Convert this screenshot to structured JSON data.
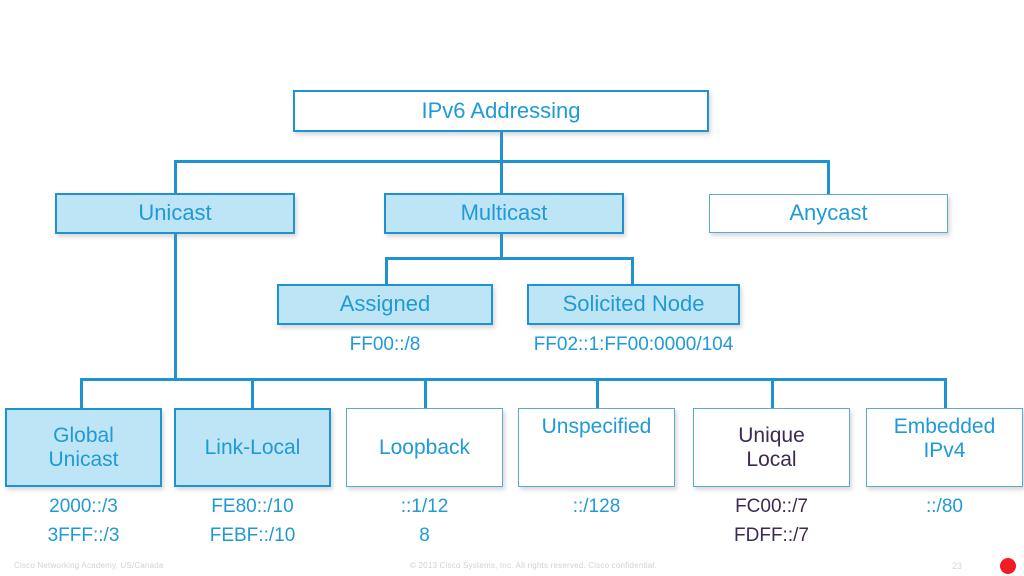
{
  "slide": {
    "title": "IPv6 Addressing",
    "page_number": "23",
    "colors": {
      "line": "#1f93d2",
      "fill": "#bee5f6",
      "text_blue": "#1f9ad6",
      "text_purple": "#3d2a52",
      "accent_dot": "#ee1c25"
    }
  },
  "diagram": {
    "type": "tree",
    "root": {
      "label": "IPv6 Addressing",
      "fill": "none"
    },
    "level2": [
      {
        "label": "Unicast",
        "fill": "blue"
      },
      {
        "label": "Multicast",
        "fill": "blue"
      },
      {
        "label": "Anycast",
        "fill": "none"
      }
    ],
    "multicast_children": [
      {
        "label": "Assigned",
        "fill": "blue",
        "prefix": "FF00::/8"
      },
      {
        "label": "Solicited Node",
        "fill": "blue",
        "prefix": "FF02::1:FF00:0000/104"
      }
    ],
    "unicast_children": [
      {
        "label": "Global\nUnicast",
        "fill": "blue",
        "text": "blue",
        "prefix": "2000::/3\n3FFF::/3"
      },
      {
        "label": "Link-Local",
        "fill": "blue",
        "text": "blue",
        "prefix": "FE80::/10\nFEBF::/10"
      },
      {
        "label": "Loopback",
        "fill": "none",
        "text": "blue",
        "prefix": "::1/12\n8"
      },
      {
        "label": "Unspecified",
        "fill": "none",
        "text": "blue",
        "prefix": "::/128"
      },
      {
        "label": "Unique\nLocal",
        "fill": "none",
        "text": "purple",
        "prefix": "FC00::/7\nFDFF::/7"
      },
      {
        "label": "Embedded\nIPv4",
        "fill": "none",
        "text": "blue",
        "prefix": "::/80"
      }
    ]
  },
  "footer": {
    "left": "Cisco Networking Academy, US/Canada",
    "center": "© 2013 Cisco Systems, Inc. All rights reserved. Cisco confidential."
  }
}
